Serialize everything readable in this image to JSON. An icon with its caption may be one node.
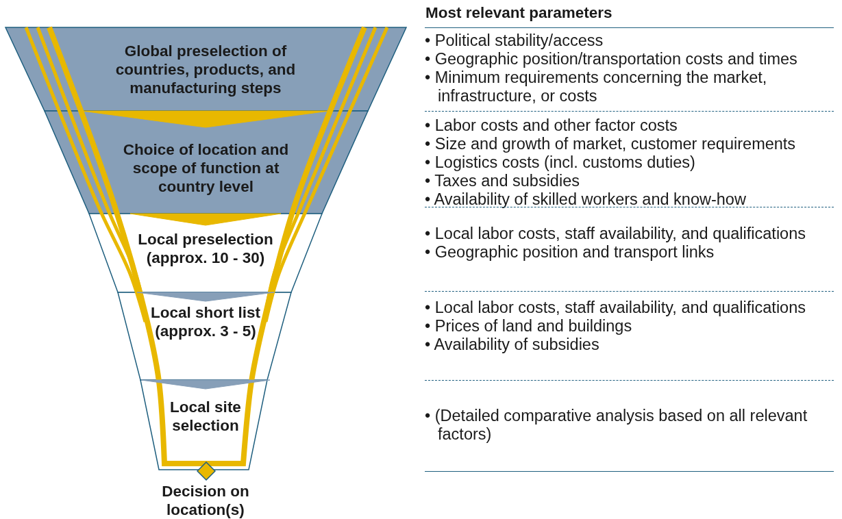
{
  "diagram": {
    "nodes": [
      {
        "text": [
          "Global preselection of countries, products, and manufacturing steps"
        ]
      },
      {
        "text": [
          "Choice of location and scope of function at country level"
        ]
      },
      {
        "text": [
          "Local preselection (approx. 10 - 30)"
        ]
      },
      {
        "text": [
          "Local short list (approx. 3 - 5)"
        ]
      },
      {
        "text": [
          "Local site selection"
        ]
      },
      {
        "text": [
          "Decision on location(s)"
        ]
      }
    ],
    "edges": [
      {
        "from": 0,
        "to": 1,
        "arrow": "to"
      },
      {
        "from": 1,
        "to": 2,
        "arrow": "to"
      },
      {
        "from": 2,
        "to": 3,
        "arrow": "to",
        "color": "#879fb8"
      },
      {
        "from": 3,
        "to": 4,
        "arrow": "to",
        "color": "#879fb8"
      }
    ],
    "labels": [
      "Most relevant parameters",
      "• Political stability/access",
      "• Geographic position/transportation costs and times",
      "• Minimum requirements concerning the market, infrastructure, or costs",
      "• Labor costs and other factor costs",
      "• Size and growth of market, customer requirements",
      "• Logistics costs (incl. customs duties)",
      "• Taxes and subsidies",
      "• Availability of skilled workers and know-how",
      "• Local labor costs, staff availability, and qualifications",
      "• Geographic position and transport links",
      "• Local labor costs, staff availability, and qualifications",
      "• Prices of land and buildings",
      "• Availability of subsidies",
      "• (Detailed comparative analysis based on all relevant factors)"
    ]
  }
}
